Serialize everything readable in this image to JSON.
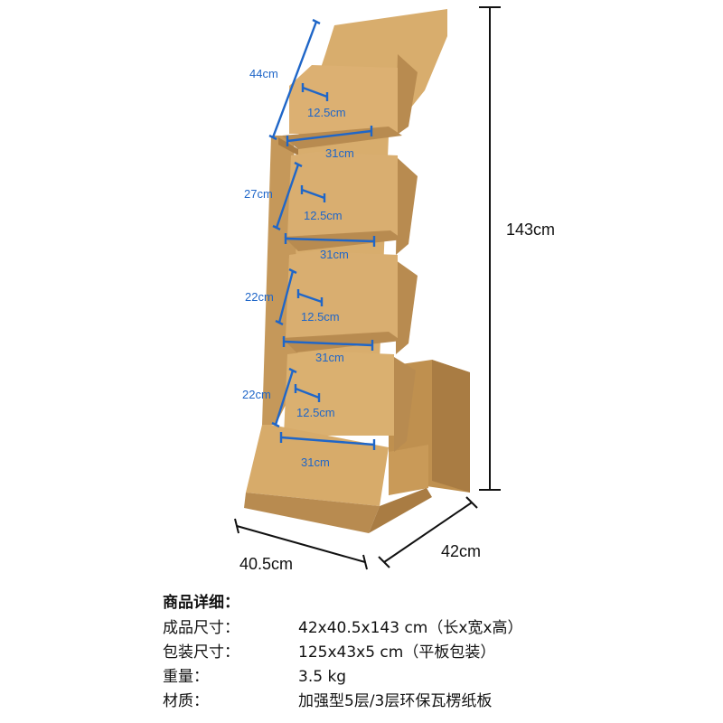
{
  "rack": {
    "colors": {
      "board": "#d2a463",
      "board_light": "#dfb679",
      "board_dark": "#a97c43",
      "edge": "#b88b50",
      "dim_blue": "#1f66c8",
      "dim_black": "#111111"
    },
    "tiers": [
      {
        "height": "44cm",
        "depth": "12.5cm",
        "width": "31cm"
      },
      {
        "height": "27cm",
        "depth": "12.5cm",
        "width": "31cm"
      },
      {
        "height": "22cm",
        "depth": "12.5cm",
        "width": "31cm"
      },
      {
        "height": "22cm",
        "depth": "12.5cm",
        "width": "31cm"
      }
    ],
    "overall": {
      "height": "143cm",
      "width": "40.5cm",
      "depth": "42cm"
    }
  },
  "specs": {
    "title": "商品详细：",
    "rows": [
      {
        "label": "成品尺寸：",
        "value": "42x40.5x143 cm（长x宽x高）"
      },
      {
        "label": "包装尺寸：",
        "value": "125x43x5 cm（平板包装）"
      },
      {
        "label": "重量：",
        "value": "3.5 kg"
      },
      {
        "label": "材质：",
        "value": "加强型5层/3层环保瓦楞纸板"
      }
    ]
  }
}
